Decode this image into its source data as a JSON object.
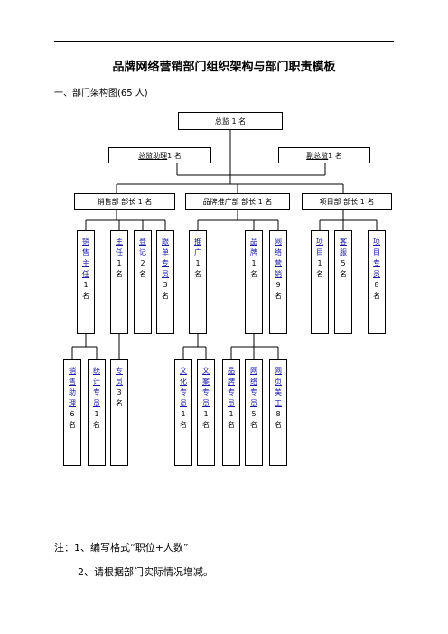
{
  "header": {
    "title": "品牌网络营销部门组织架构与部门职责模板"
  },
  "section": {
    "heading": "一、部门架构图(65 人)"
  },
  "org": {
    "ceo": "总监 1 名",
    "assistant": {
      "main": "总监助理",
      "rest": " 1 名"
    },
    "deputy": {
      "main": "副总监",
      "rest": " 1 名"
    },
    "depts": {
      "sales": "销售部  部长 1 名",
      "brand": "品牌推广部  部长 1 名",
      "project": "项目部  部长 1 名"
    },
    "level2": {
      "sales_chief": {
        "chars": [
          "销",
          "售",
          "主",
          "任"
        ],
        "count": [
          "1",
          "名"
        ]
      },
      "chief": {
        "chars": [
          "主",
          "任"
        ],
        "count": [
          "1",
          "名"
        ]
      },
      "register": {
        "chars": [
          "登",
          "记"
        ],
        "count": [
          "2",
          "名"
        ]
      },
      "follow": {
        "chars": [
          "跟",
          "单",
          "专",
          "员"
        ],
        "count": [
          "3",
          "名"
        ]
      },
      "promote": {
        "chars": [
          "推",
          "广"
        ],
        "count": [
          "1",
          "名"
        ]
      },
      "brand": {
        "chars": [
          "品",
          "牌"
        ],
        "count": [
          "1",
          "名"
        ]
      },
      "netmarketing": {
        "chars": [
          "网",
          "络",
          "营",
          "销"
        ],
        "count": [
          "9",
          "名"
        ]
      },
      "project": {
        "chars": [
          "项",
          "目"
        ],
        "count": [
          "1",
          "名"
        ]
      },
      "service": {
        "chars": [
          "客",
          "服"
        ],
        "count": [
          "5",
          "名"
        ]
      },
      "project_staff": {
        "chars": [
          "项",
          "目",
          "专",
          "员"
        ],
        "count": [
          "8",
          "名"
        ]
      }
    },
    "level3": {
      "sales_assist": {
        "chars": [
          "销",
          "售",
          "助",
          "理"
        ],
        "count": [
          "6",
          "名"
        ]
      },
      "stats": {
        "chars": [
          "统",
          "计",
          "专",
          "员"
        ],
        "count": [
          "1",
          "名"
        ]
      },
      "specialist": {
        "chars": [
          "专",
          "员"
        ],
        "count": [
          "3",
          "名"
        ]
      },
      "culture": {
        "chars": [
          "文",
          "化",
          "专",
          "员"
        ],
        "count": [
          "1",
          "名"
        ]
      },
      "copy": {
        "chars": [
          "文",
          "案",
          "专",
          "员"
        ],
        "count": [
          "1",
          "名"
        ]
      },
      "brand_staff": {
        "chars": [
          "品",
          "牌",
          "专",
          "员"
        ],
        "count": [
          "1",
          "名"
        ]
      },
      "net_staff": {
        "chars": [
          "网",
          "络",
          "专",
          "员"
        ],
        "count": [
          "5",
          "名"
        ]
      },
      "web_art": {
        "chars": [
          "网",
          "页",
          "美",
          "工"
        ],
        "count": [
          "8",
          "名"
        ]
      }
    }
  },
  "notes": {
    "line1": "注：1、编写格式“职位+人数”",
    "line2": "2、请根据部门实际情况增减。"
  }
}
